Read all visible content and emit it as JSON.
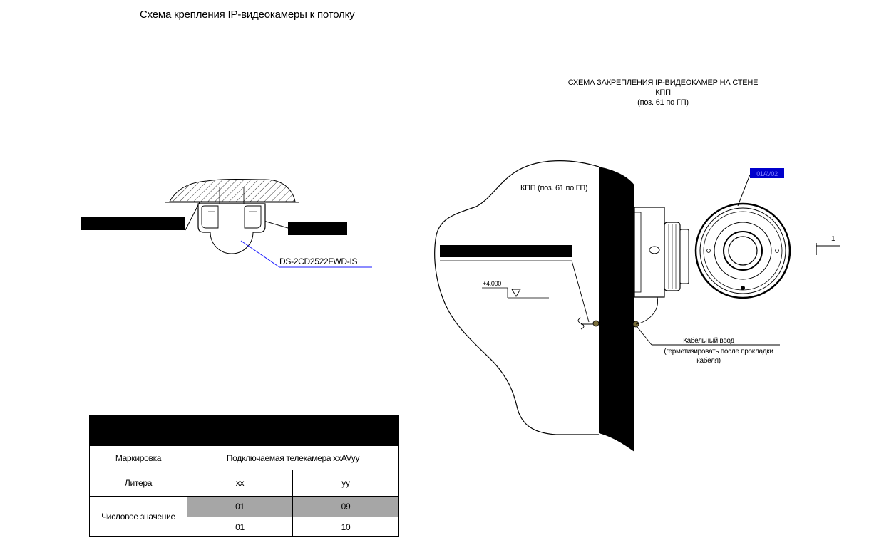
{
  "titles": {
    "ceiling": "Схема крепления IP-видеокамеры к потолку",
    "wall_line1": "СХЕМА ЗАКРЕПЛЕНИЯ IP-ВИДЕОКАМЕР НА СТЕНЕ",
    "wall_line2": "КПП",
    "wall_line3": "(поз. 61 по ГП)"
  },
  "ceiling_view": {
    "camera_model": "DS-2CD2522FWD-IS"
  },
  "wall_view": {
    "room_label": "КПП (поз. 61 по ГП)",
    "camera_tag": "01AV02",
    "elevation": "+4.000",
    "section_mark": "1",
    "cable_entry_title": "Кабельный ввод",
    "cable_entry_note_line1": "(герметизировать после прокладки",
    "cable_entry_note_line2": "кабеля)"
  },
  "table": {
    "col_marking": "Маркировка",
    "col_camera": "Подключаемая телекамера  xxAVyy",
    "row_litera": "Литера",
    "xx": "xx",
    "yy": "yy",
    "row_number": "Числовое значение",
    "rows": [
      {
        "xx": "01",
        "yy": "09"
      },
      {
        "xx": "01",
        "yy": "10"
      }
    ]
  },
  "colors": {
    "leader_blue": "#1a1aff",
    "tag_bg": "#0000cc",
    "tag_text": "#8080ff",
    "shade_gray": "#a6a6a6"
  }
}
